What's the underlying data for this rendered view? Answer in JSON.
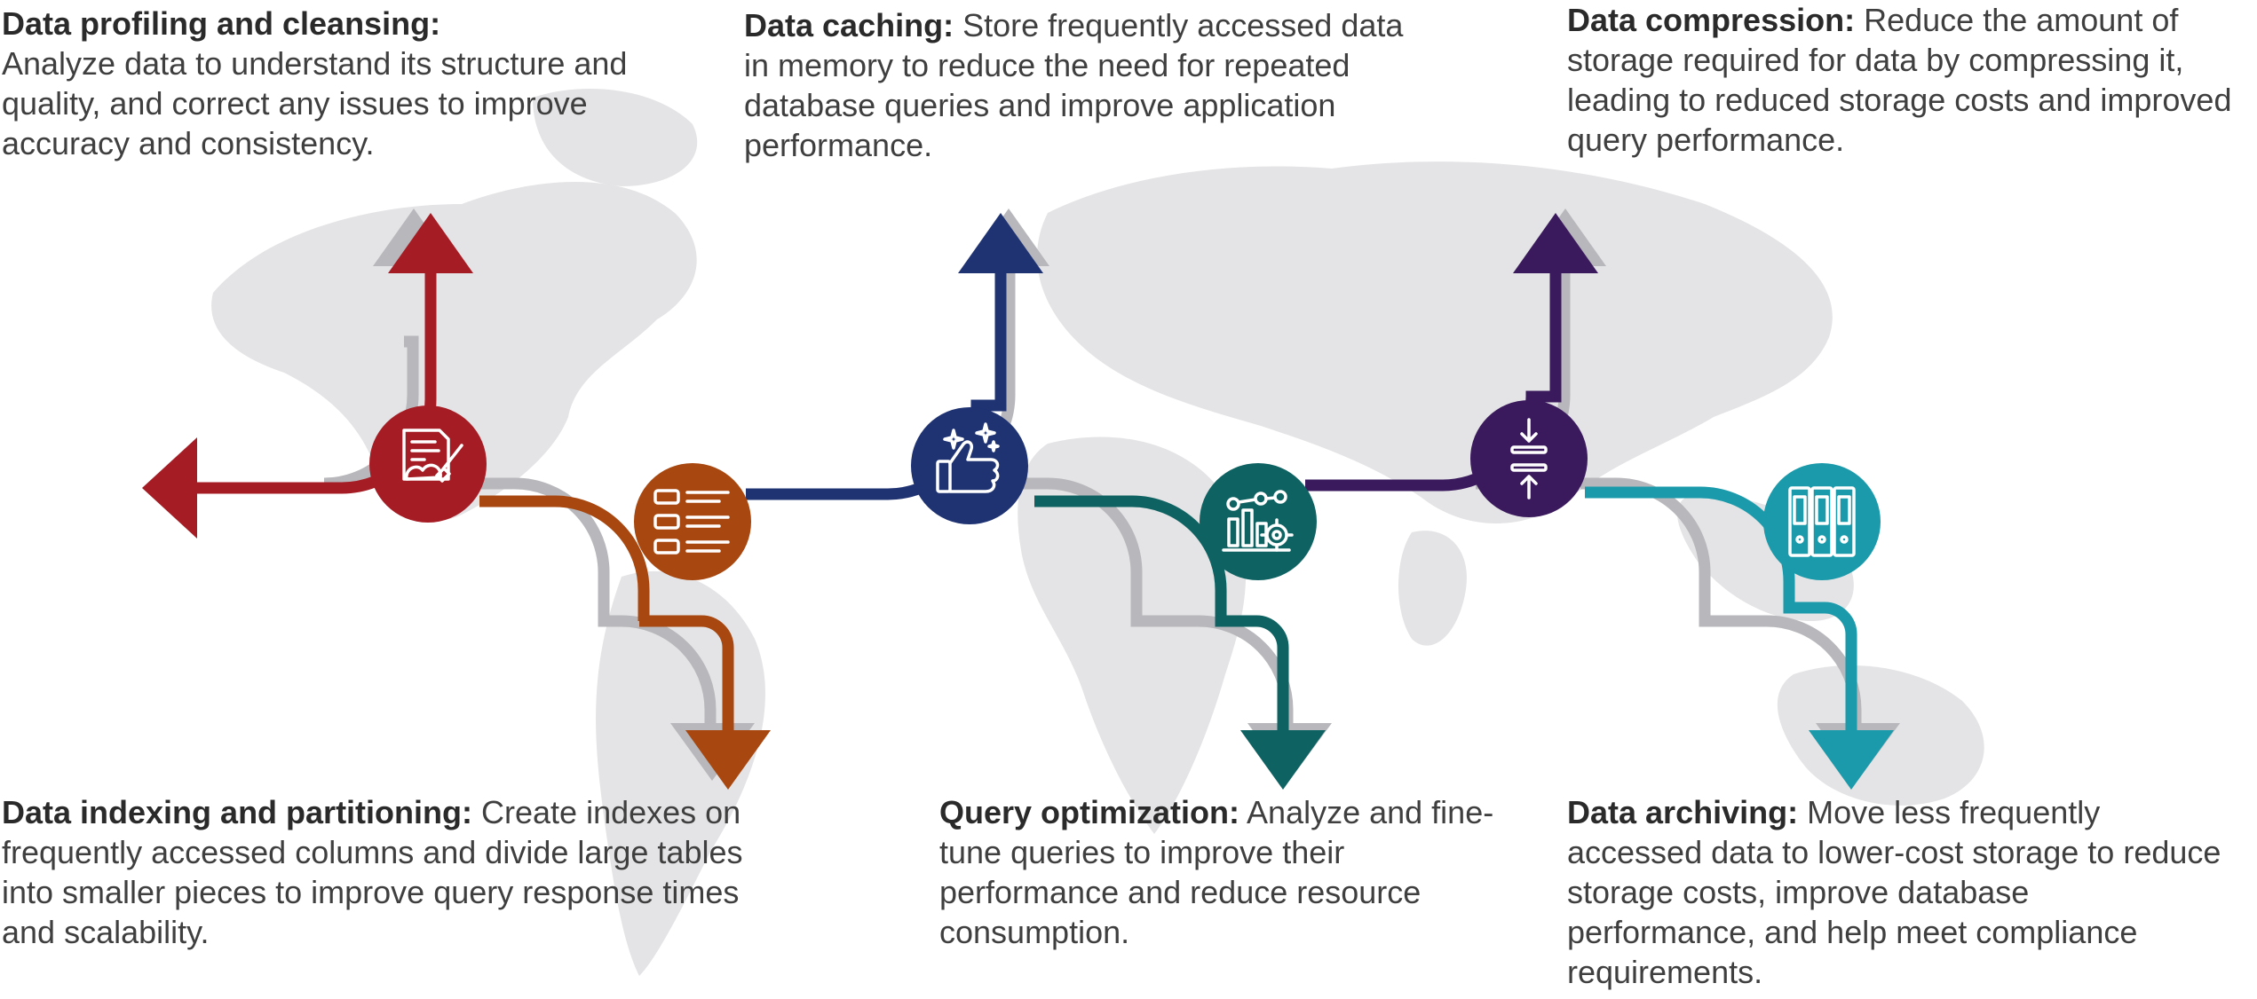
{
  "items": [
    {
      "title": "Data profiling and cleansing:",
      "body": "Analyze data to understand its structure and quality, and correct any issues to improve accuracy and consistency.",
      "color": "#a51c24",
      "icon": "cleansing-document-icon"
    },
    {
      "title": "Data indexing and partitioning:",
      "body": "Create indexes on frequently accessed columns and divide large tables into smaller pieces to improve query response times and scalability.",
      "color": "#a8470f",
      "icon": "index-list-icon"
    },
    {
      "title": "Data caching:",
      "body": "Store frequently accessed data in memory to reduce the need for repeated database queries and improve application performance.",
      "color": "#1f3373",
      "icon": "thumbs-up-sparkle-icon"
    },
    {
      "title": "Query optimization:",
      "body": "Analyze and fine-tune queries to improve their performance and reduce resource consumption.",
      "color": "#0f6262",
      "icon": "optimization-gears-icon"
    },
    {
      "title": "Data compression:",
      "body": "Reduce the amount of storage required for data by compressing it, leading to reduced storage costs and improved query performance.",
      "color": "#3a1a5c",
      "icon": "compress-arrows-icon"
    },
    {
      "title": "Data archiving:",
      "body": "Move less frequently accessed data to lower-cost storage to reduce storage costs, improve database performance, and help meet compliance requirements.",
      "color": "#1a9aaa",
      "icon": "archive-binders-icon"
    }
  ]
}
